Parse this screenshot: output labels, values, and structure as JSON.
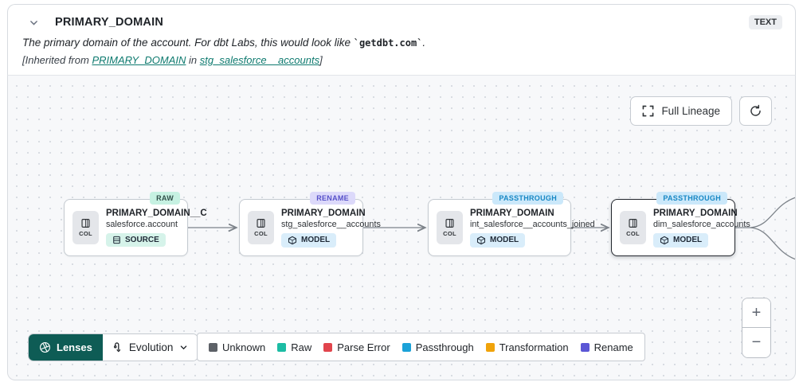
{
  "header": {
    "title": "PRIMARY_DOMAIN",
    "type_badge": "TEXT",
    "description_prefix": "The primary domain of the account. For dbt Labs, this would look like ",
    "description_code": "`getdbt.com`",
    "description_suffix": ".",
    "inherited_prefix": "[Inherited from ",
    "inherited_link_column": "PRIMARY_DOMAIN",
    "inherited_mid": " in ",
    "inherited_link_model": "stg_salesforce__accounts",
    "inherited_suffix": "]"
  },
  "toolbar": {
    "full_lineage_label": "Full Lineage"
  },
  "nodes": [
    {
      "badge": "RAW",
      "badge_bg": "#c6f1e2",
      "badge_fg": "#31504a",
      "title": "PRIMARY_DOMAIN__C",
      "subtitle": "salesforce.account",
      "col_label": "COL",
      "kind_label": "SOURCE",
      "kind_bg": "#d6f3ea"
    },
    {
      "badge": "RENAME",
      "badge_bg": "#dcd9fa",
      "badge_fg": "#5650c9",
      "title": "PRIMARY_DOMAIN",
      "subtitle": "stg_salesforce__accounts",
      "col_label": "COL",
      "kind_label": "MODEL",
      "kind_bg": "#d9edfa"
    },
    {
      "badge": "PASSTHROUGH",
      "badge_bg": "#cbe8fa",
      "badge_fg": "#1787c4",
      "title": "PRIMARY_DOMAIN",
      "subtitle": "int_salesforce__accounts_joined",
      "col_label": "COL",
      "kind_label": "MODEL",
      "kind_bg": "#d9edfa"
    },
    {
      "badge": "PASSTHROUGH",
      "badge_bg": "#cbe8fa",
      "badge_fg": "#1787c4",
      "title": "PRIMARY_DOMAIN",
      "subtitle": "dim_salesforce_accounts",
      "col_label": "COL",
      "kind_label": "MODEL",
      "kind_bg": "#d9edfa"
    }
  ],
  "lenses": {
    "label": "Lenses",
    "selected_lens": "Evolution"
  },
  "legend": [
    {
      "label": "Unknown",
      "color": "#5d6167"
    },
    {
      "label": "Raw",
      "color": "#1cbca4"
    },
    {
      "label": "Parse Error",
      "color": "#e1444c"
    },
    {
      "label": "Passthrough",
      "color": "#1ba2d8"
    },
    {
      "label": "Transformation",
      "color": "#f0a30a"
    },
    {
      "label": "Rename",
      "color": "#5b57d5"
    }
  ],
  "zoom_controls": {
    "zoom_in": "+",
    "zoom_out": "−"
  },
  "colors": {
    "canvas_bg": "#f7f8fa",
    "lenses_bg": "#0e5c55",
    "link": "#0e7a6f",
    "edge": "#7d838a"
  }
}
